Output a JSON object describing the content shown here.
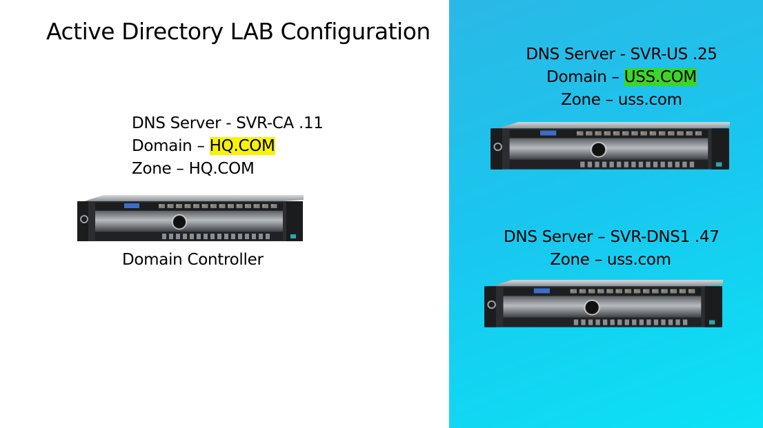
{
  "title": "Active Directory LAB Configuration",
  "left_server": {
    "dns_line": "DNS Server - SVR-CA .11",
    "domain_prefix": "Domain – ",
    "domain_value": "HQ.COM",
    "zone_line": "Zone – HQ.COM",
    "caption": "Domain Controller",
    "highlight_color": "#f7f20a"
  },
  "right_top_server": {
    "dns_line": "DNS Server - SVR-US .25",
    "domain_prefix": "Domain – ",
    "domain_value": "USS.COM",
    "zone_line": "Zone – uss.com",
    "highlight_color": "#3bd629"
  },
  "right_bottom_server": {
    "dns_line": "DNS Server – SVR-DNS1 .47",
    "zone_line": "Zone – uss.com"
  },
  "colors": {
    "panel_top": "#2bb8e6",
    "panel_bottom": "#0be2f6"
  },
  "icons": [
    "rack-server-icon"
  ]
}
